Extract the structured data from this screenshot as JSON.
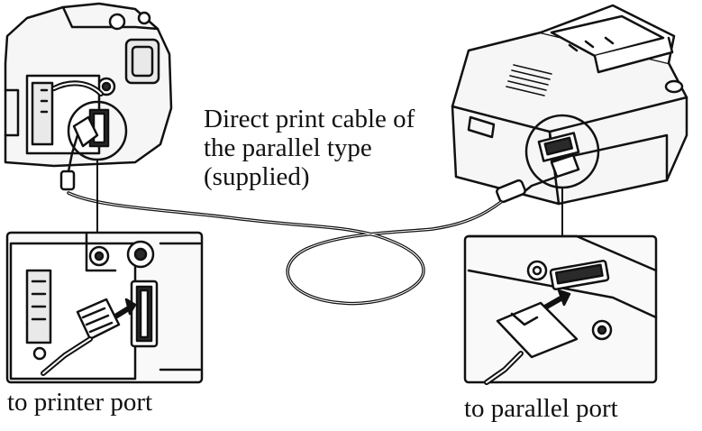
{
  "diagram": {
    "cable_label_lines": [
      "Direct print cable of",
      "the parallel type",
      "(supplied)"
    ],
    "left_caption": "to printer port",
    "right_caption": "to parallel port"
  },
  "colors": {
    "ink": "#111111",
    "paper": "#ffffff",
    "fill_gray": "#e9e9e9",
    "dark_fill": "#2a2a2a"
  }
}
